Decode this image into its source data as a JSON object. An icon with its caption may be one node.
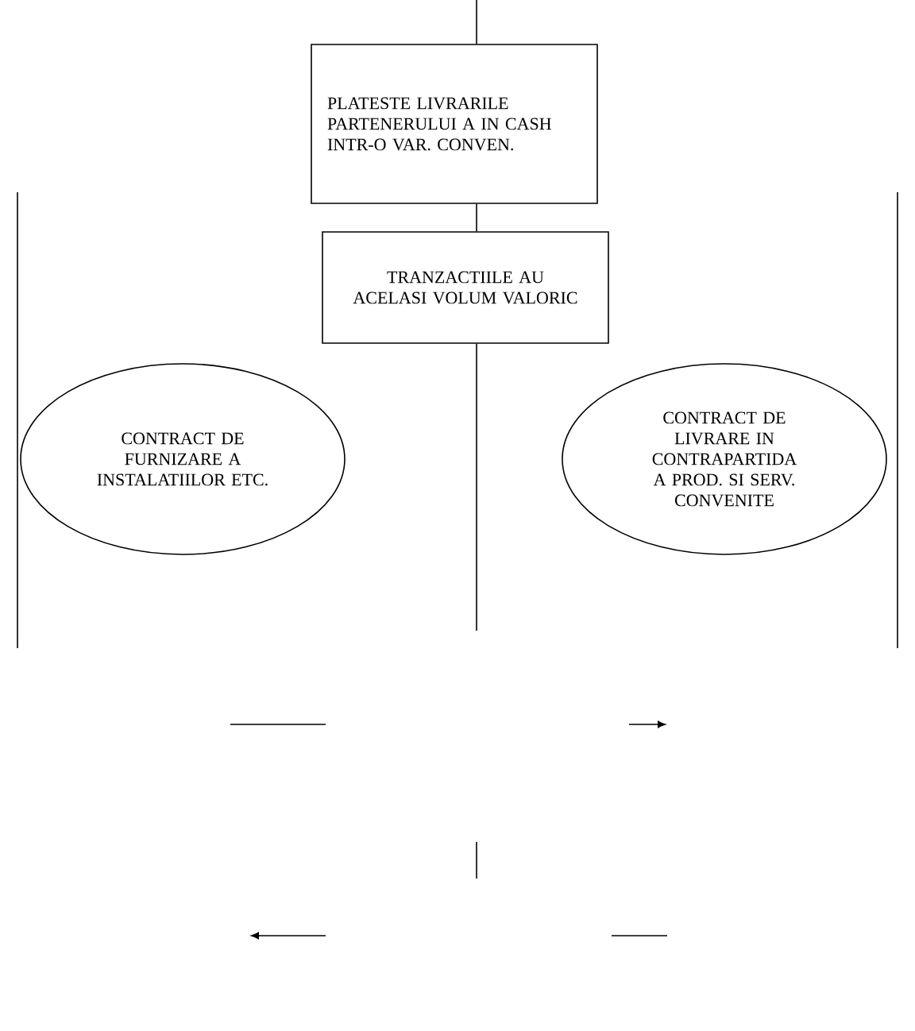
{
  "diagram": {
    "nodes": [
      {
        "text": [
          "PLATESTE LIVRARILE PARTENERULUI A IN CASH INTR-O VAR. CONVEN."
        ]
      },
      {
        "text": [
          "TRANZACTIILE AU ACELASI VOLUM VALORIC"
        ]
      },
      {
        "text": [
          "CONTRACT DE FURNIZARE A INSTALATIILOR ETC."
        ]
      },
      {
        "text": [
          "CONTRACT DE LIVRARE IN CONTRAPARTIDA A PROD. SI SERV. CONVENITE"
        ]
      }
    ],
    "edges": [
      {
        "from": null,
        "to": 0,
        "arrow": "none"
      },
      {
        "from": 0,
        "to": 1,
        "arrow": "none"
      },
      {
        "from": 1,
        "to": null,
        "arrow": "none"
      }
    ]
  }
}
